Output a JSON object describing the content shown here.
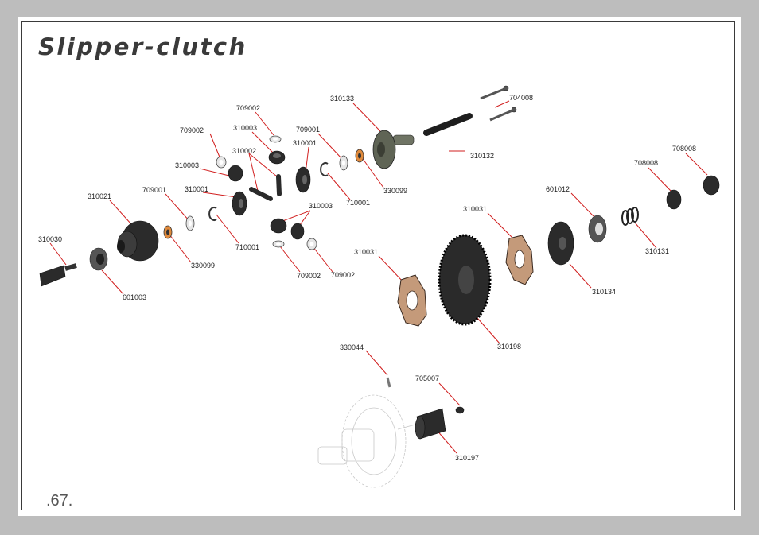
{
  "title": "Slipper-clutch",
  "page_number": ".67.",
  "parts": {
    "p704008": "704008",
    "p310133": "310133",
    "p709002a": "709002",
    "p310003a": "310003",
    "p709001a": "709001",
    "p709002b": "709002",
    "p310001a": "310001",
    "p310002": "310002",
    "p310003b": "310003",
    "p330099a": "330099",
    "p310132": "310132",
    "p710001a": "710001",
    "p709001b": "709001",
    "p310001b": "310001",
    "p310021": "310021",
    "p310003c": "310003",
    "p710001b": "710001",
    "p330099b": "330099",
    "p310030": "310030",
    "p709002c": "709002",
    "p709002d": "709002",
    "p601003": "601003",
    "p708008a": "708008",
    "p708008b": "708008",
    "p601012": "601012",
    "p310031a": "310031",
    "p310031b": "310031",
    "p310131": "310131",
    "p310134": "310134",
    "p310198": "310198",
    "p330044": "330044",
    "p705007": "705007",
    "p310197": "310197"
  }
}
